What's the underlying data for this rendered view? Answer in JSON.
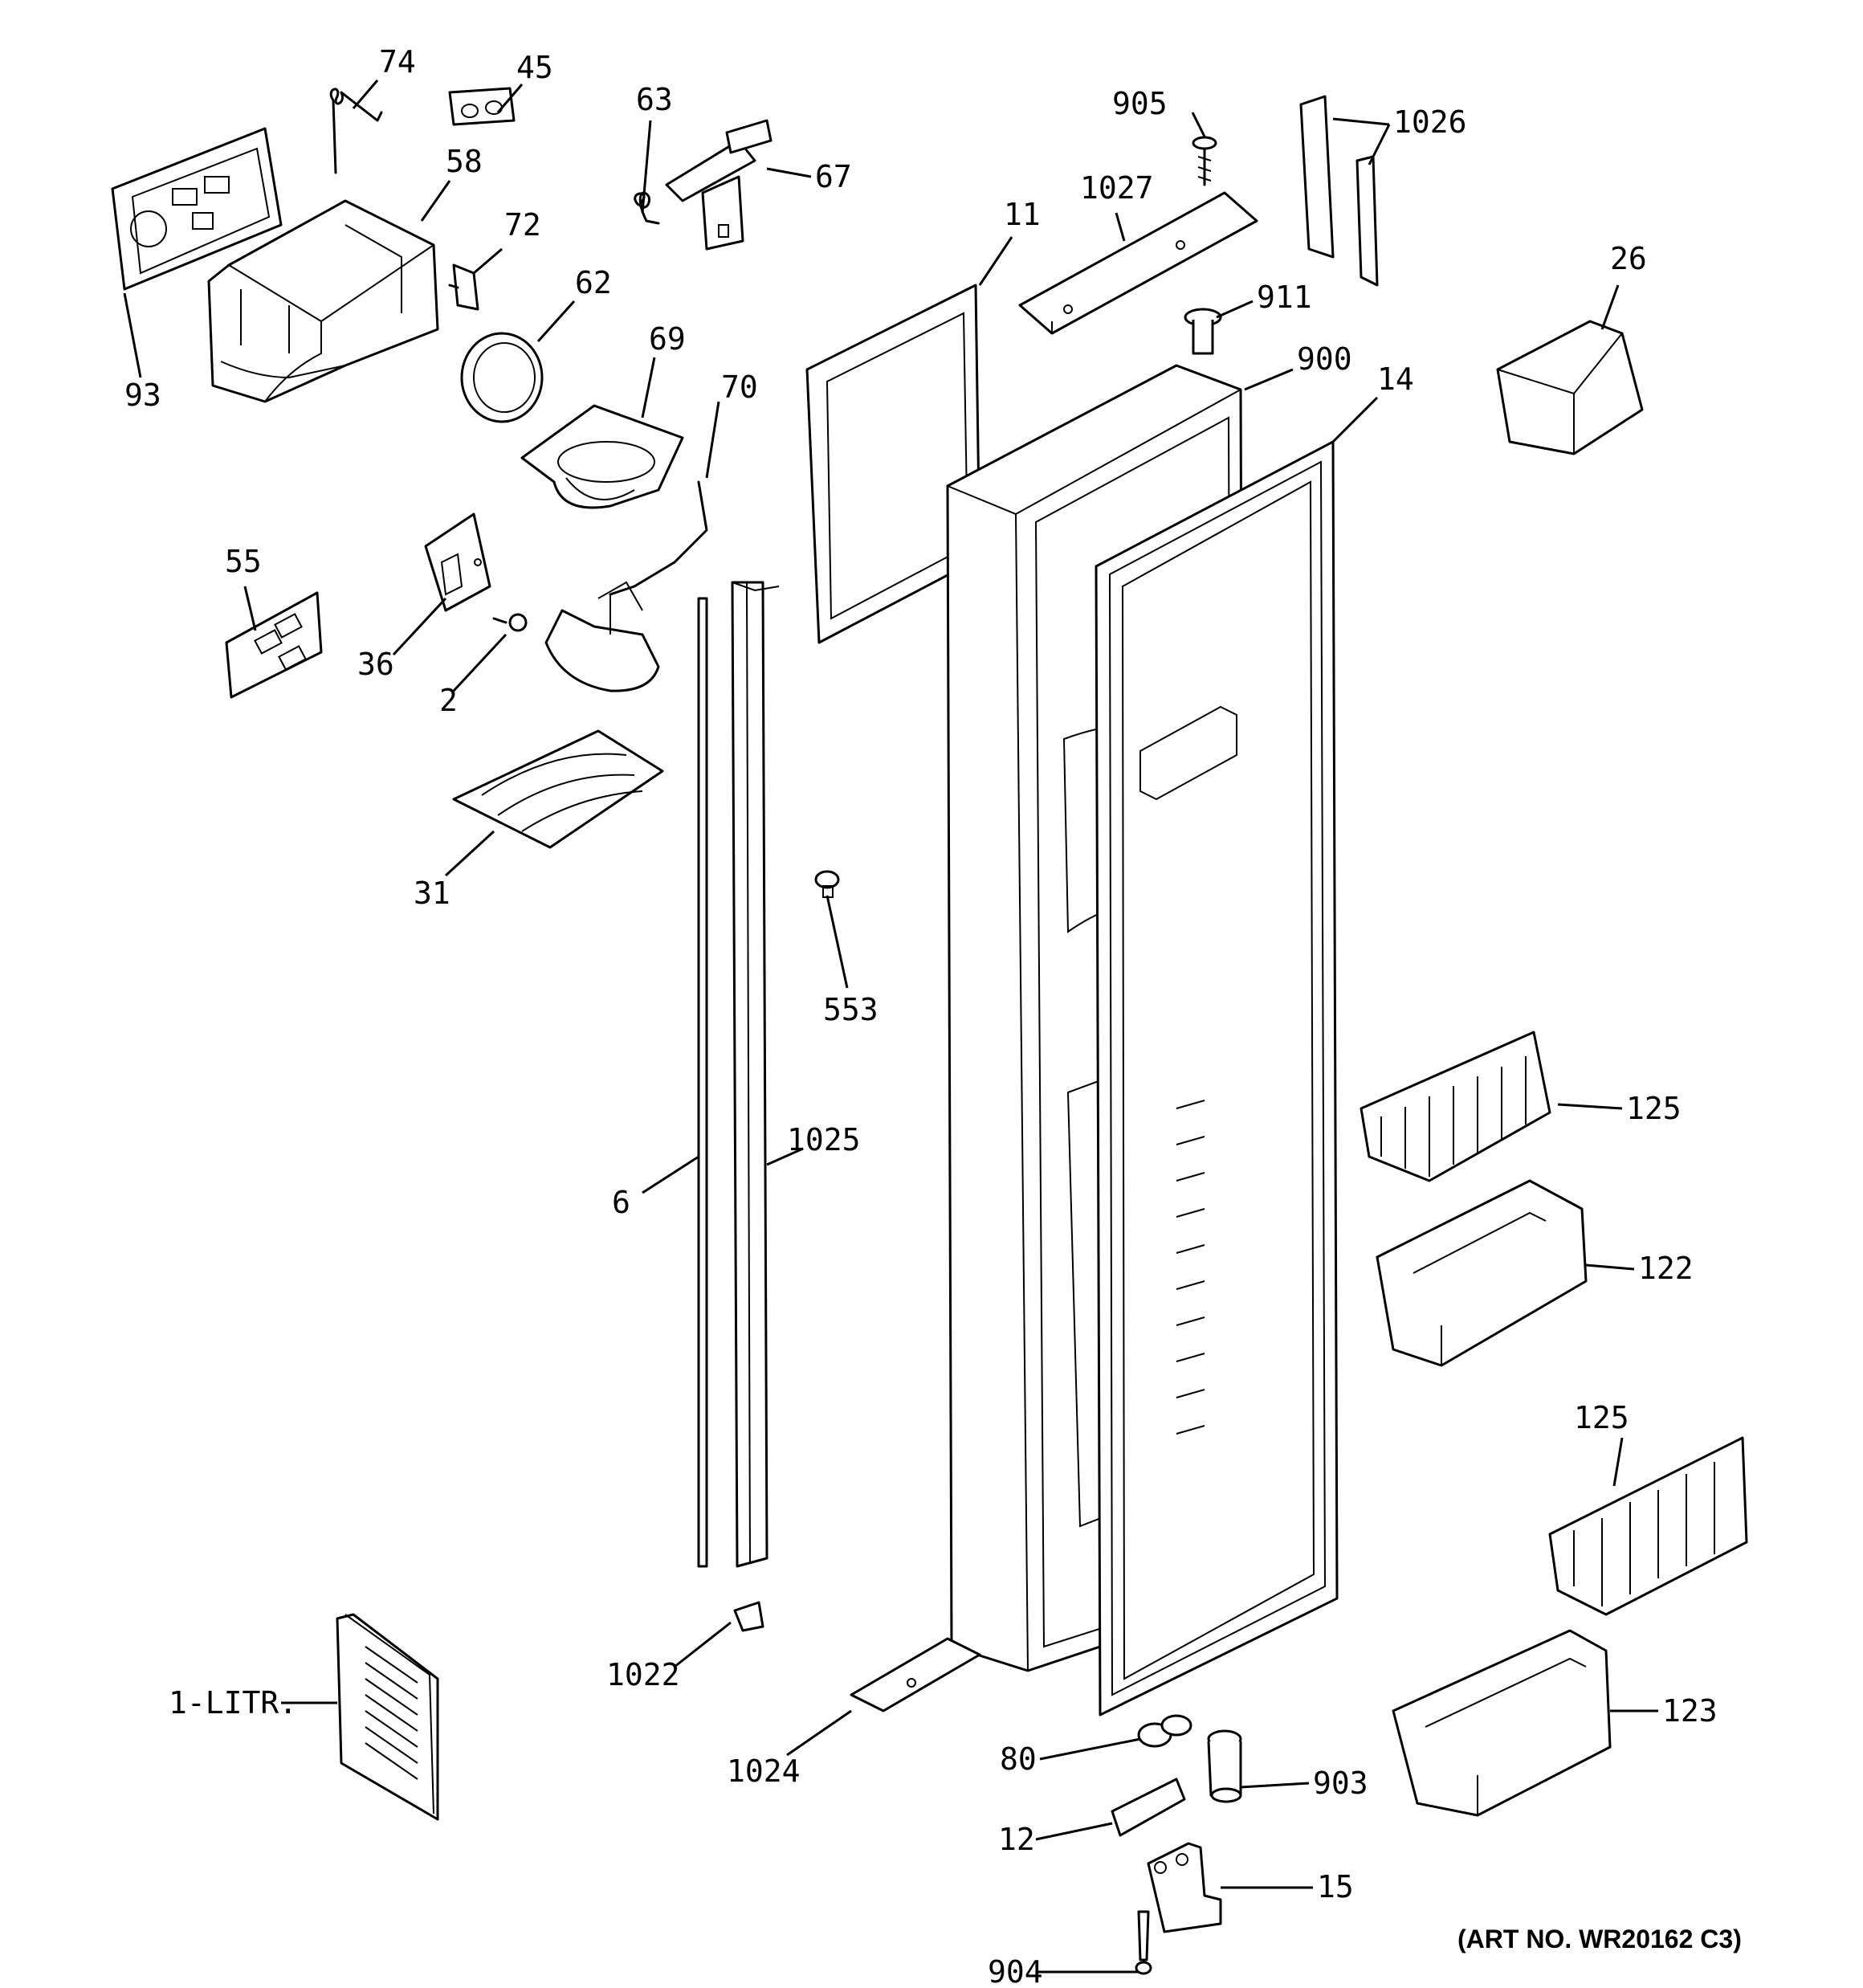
{
  "diagram": {
    "art_number": "(ART NO. WR20162 C3)",
    "callouts": {
      "c74": "74",
      "c45": "45",
      "c63": "63",
      "c67": "67",
      "c905": "905",
      "c1026": "1026",
      "c58": "58",
      "c72": "72",
      "c62": "62",
      "c69": "69",
      "c70": "70",
      "c1027": "1027",
      "c11": "11",
      "c911": "911",
      "c900": "900",
      "c14": "14",
      "c26": "26",
      "c93": "93",
      "c55": "55",
      "c36": "36",
      "c2": "2",
      "c31": "31",
      "c553": "553",
      "c125a": "125",
      "c1025": "1025",
      "c6": "6",
      "c122": "122",
      "c125b": "125",
      "c1022": "1022",
      "c1litr": "1-LITR.",
      "c123": "123",
      "c1024": "1024",
      "c80": "80",
      "c903": "903",
      "c12": "12",
      "c15": "15",
      "c904": "904"
    }
  }
}
